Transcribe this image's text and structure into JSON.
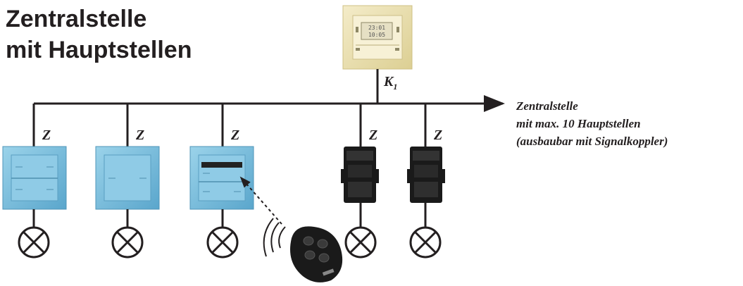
{
  "title": {
    "line1": "Zentralstelle",
    "line2": "mit Hauptstellen"
  },
  "central_unit": {
    "label": "K",
    "label_sub": "1",
    "display_lines": [
      "23:01",
      "10:05"
    ]
  },
  "bus_note": {
    "line1": "Zentralstelle",
    "line2": "mit max. 10 Hauptstellen",
    "line3": "(ausbaubar mit Signalkoppler)"
  },
  "stations": [
    {
      "label": "Z",
      "kind": "switch-blue"
    },
    {
      "label": "Z",
      "kind": "switch-blue"
    },
    {
      "label": "Z",
      "kind": "switch-blue-receiver"
    },
    {
      "label": "Z",
      "kind": "insert-black"
    },
    {
      "label": "Z",
      "kind": "insert-black"
    }
  ],
  "colors": {
    "line": "#231f20",
    "switch_blue": "#7ec3e0",
    "switch_blue_edge": "#4f95b8",
    "central_cream": "#efe6bc",
    "insert_black": "#1a1a1a"
  },
  "icons": [
    "lamp-icon",
    "remote-control-icon",
    "radio-waves-icon"
  ]
}
